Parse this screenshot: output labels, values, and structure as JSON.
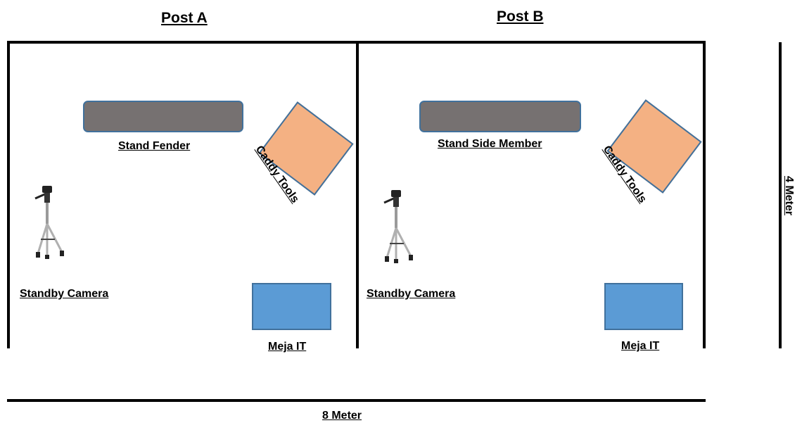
{
  "posts": [
    {
      "title": "Post A",
      "stand_label": "Stand Fender",
      "caddy_label": "Caddy Tools",
      "camera_label": "Standby Camera",
      "meja_label": "Meja IT"
    },
    {
      "title": "Post B",
      "stand_label": "Stand Side Member",
      "caddy_label": "Caddy Tools",
      "camera_label": "Standby Camera",
      "meja_label": "Meja IT"
    }
  ],
  "dimensions": {
    "width_label": "8 Meter",
    "height_label": "4 Meter"
  },
  "colors": {
    "stand": "#767171",
    "caddy": "#f4b183",
    "meja": "#5b9bd5",
    "outline": "#41719c"
  },
  "icons": [
    "tripod-camera-icon"
  ]
}
